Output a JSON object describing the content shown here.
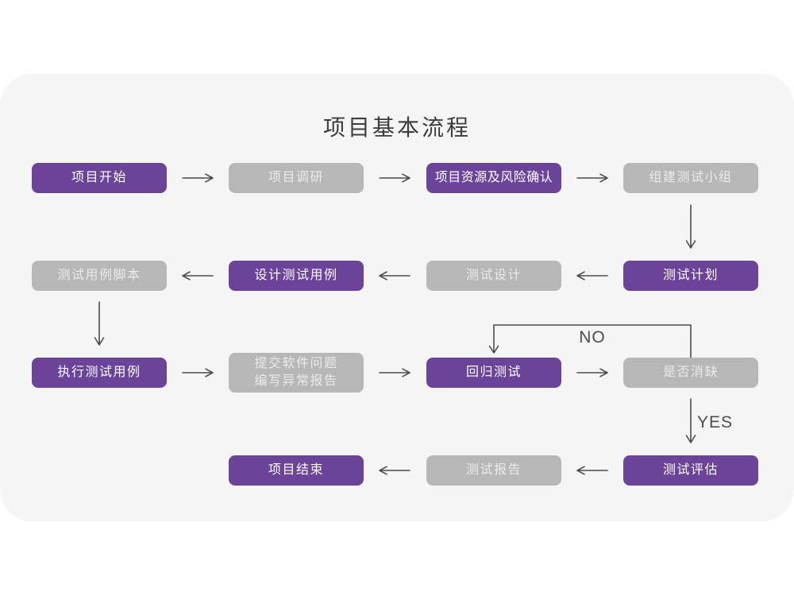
{
  "title": "项目基本流程",
  "colors": {
    "page_bg": "#FFFFFF",
    "card_bg": "#F5F5F6",
    "node_purple": "#6B4399",
    "node_gray": "#B7B7B7",
    "node_text_purple": "#FFFFFF",
    "node_text_gray": "#EBEBEB",
    "arrow": "#4D4D4D",
    "title_text": "#3D3D3D"
  },
  "edge_labels": {
    "no": "NO",
    "yes": "YES"
  },
  "nodes": [
    {
      "id": "project-start",
      "label": "项目开始",
      "type": "purple"
    },
    {
      "id": "project-research",
      "label": "项目调研",
      "type": "gray"
    },
    {
      "id": "risk-confirm",
      "label": "项目资源及风险确认",
      "type": "purple"
    },
    {
      "id": "build-team",
      "label": "组建测试小组",
      "type": "gray"
    },
    {
      "id": "case-scripts",
      "label": "测试用例脚本",
      "type": "gray"
    },
    {
      "id": "design-cases",
      "label": "设计测试用例",
      "type": "purple"
    },
    {
      "id": "test-design",
      "label": "测试设计",
      "type": "gray"
    },
    {
      "id": "test-plan",
      "label": "测试计划",
      "type": "purple"
    },
    {
      "id": "execute-cases",
      "label": "执行测试用例",
      "type": "purple"
    },
    {
      "id": "submit-report",
      "label": "提交软件问题\n编写异常报告",
      "type": "gray"
    },
    {
      "id": "regression-test",
      "label": "回归测试",
      "type": "purple"
    },
    {
      "id": "defect-check",
      "label": "是否消缺",
      "type": "gray"
    },
    {
      "id": "project-end",
      "label": "项目结束",
      "type": "purple"
    },
    {
      "id": "test-report",
      "label": "测试报告",
      "type": "gray"
    },
    {
      "id": "test-evaluate",
      "label": "测试评估",
      "type": "purple"
    }
  ]
}
